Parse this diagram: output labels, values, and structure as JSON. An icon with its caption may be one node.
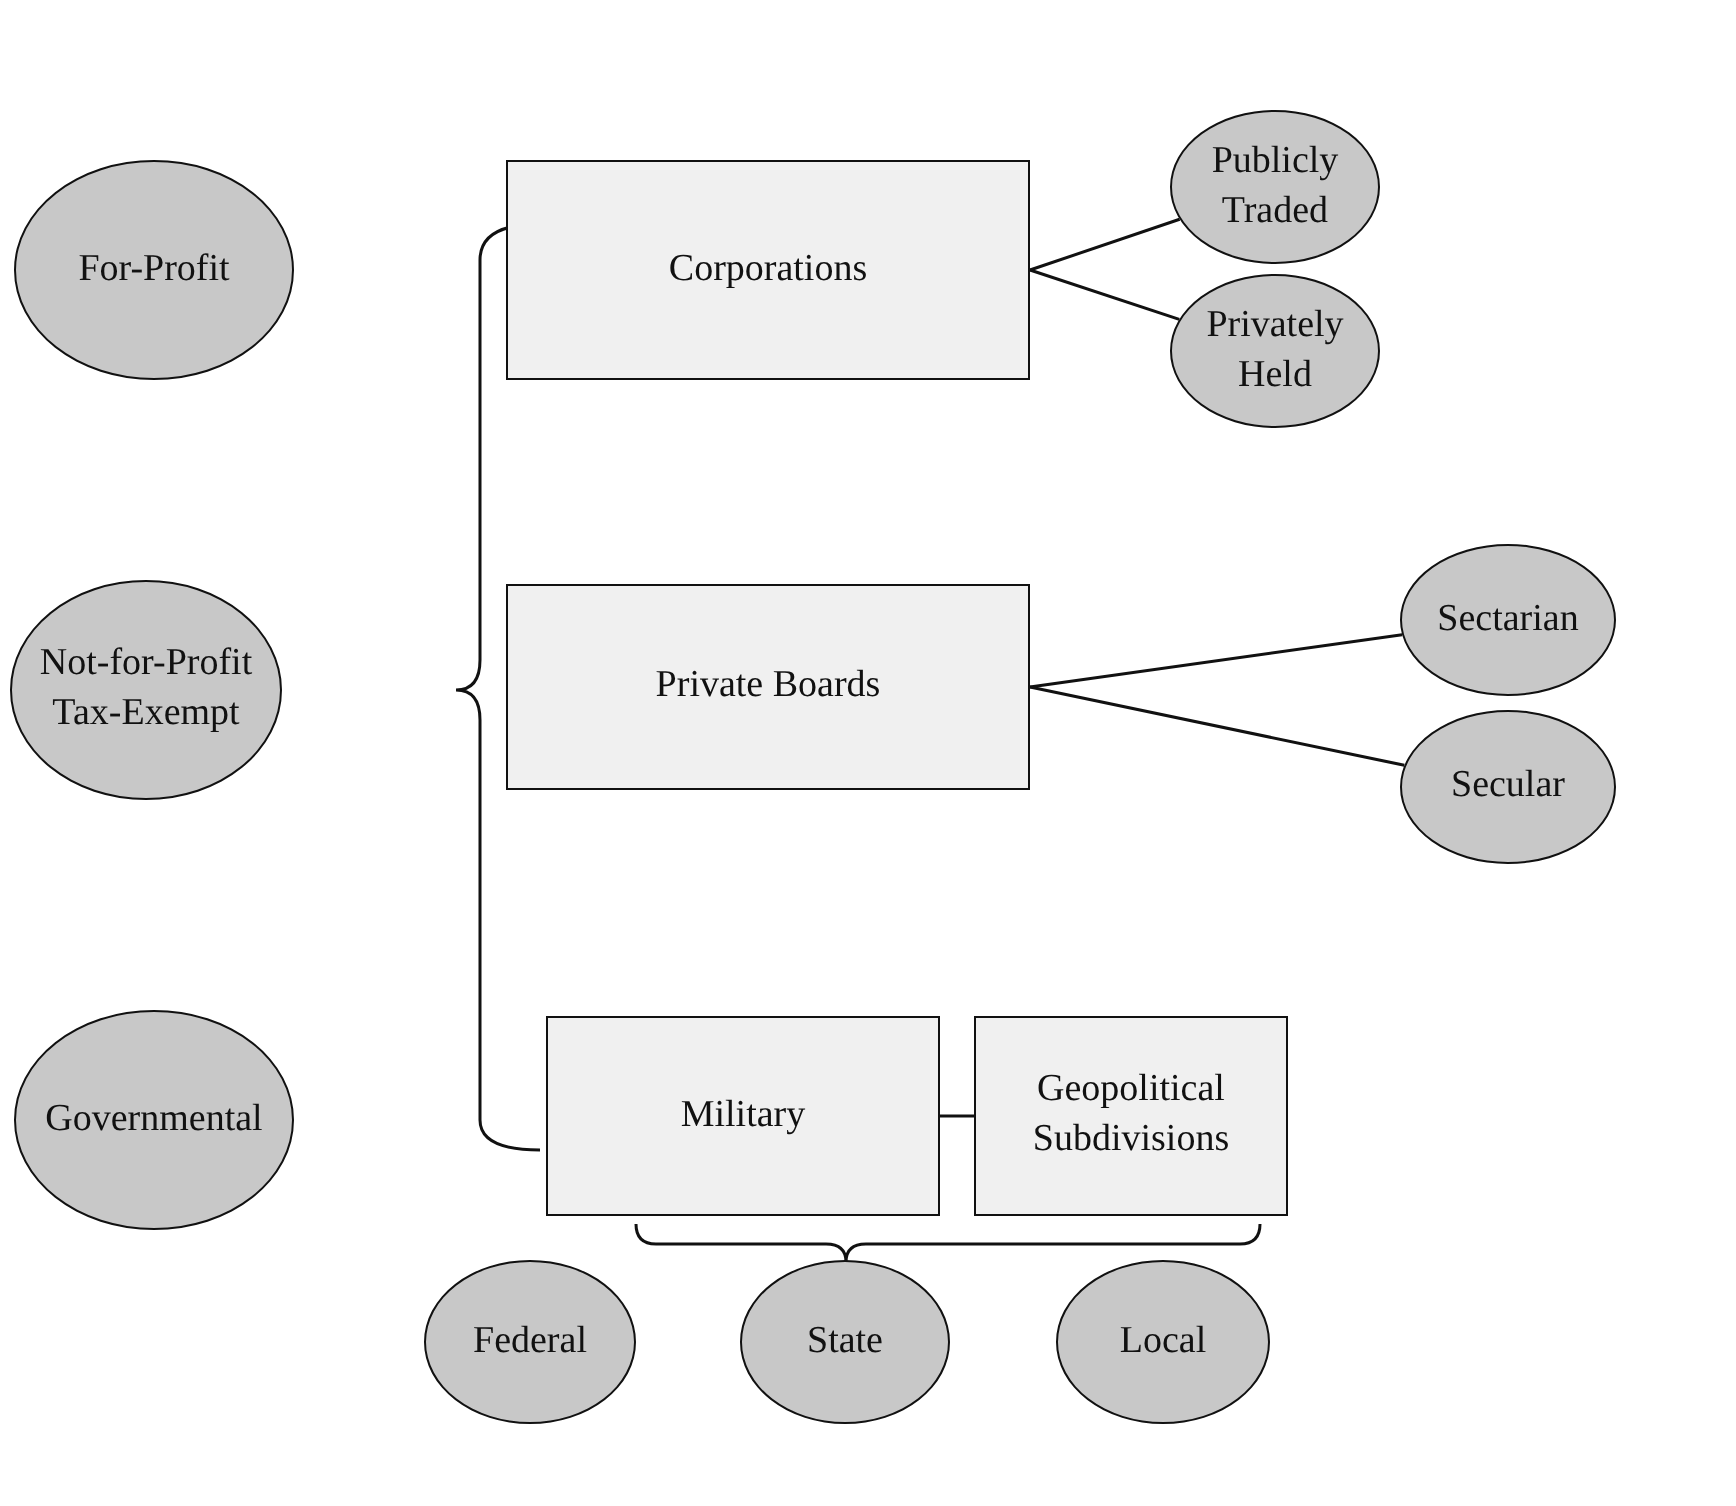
{
  "diagram": {
    "nodes": [
      {
        "text": [
          "For-Profit"
        ]
      },
      {
        "text": [
          "Corporations"
        ]
      },
      {
        "text": [
          "Publicly Traded"
        ]
      },
      {
        "text": [
          "Privately Held"
        ]
      },
      {
        "text": [
          "Not-for-Profit Tax-Exempt"
        ]
      },
      {
        "text": [
          "Private Boards"
        ]
      },
      {
        "text": [
          "Sectarian"
        ]
      },
      {
        "text": [
          "Secular"
        ]
      },
      {
        "text": [
          "Governmental"
        ]
      },
      {
        "text": [
          "Military"
        ]
      },
      {
        "text": [
          "Geopolitical Subdivisions"
        ]
      },
      {
        "text": [
          "Federal"
        ]
      },
      {
        "text": [
          "State"
        ]
      },
      {
        "text": [
          "Local"
        ]
      }
    ],
    "edges": [
      {
        "from": 1,
        "to": 2,
        "arrow": "none"
      },
      {
        "from": 1,
        "to": 3,
        "arrow": "none"
      },
      {
        "from": 5,
        "to": 6,
        "arrow": "none"
      },
      {
        "from": 5,
        "to": 7,
        "arrow": "none"
      },
      {
        "from": 9,
        "to": 10,
        "arrow": "none"
      }
    ]
  }
}
